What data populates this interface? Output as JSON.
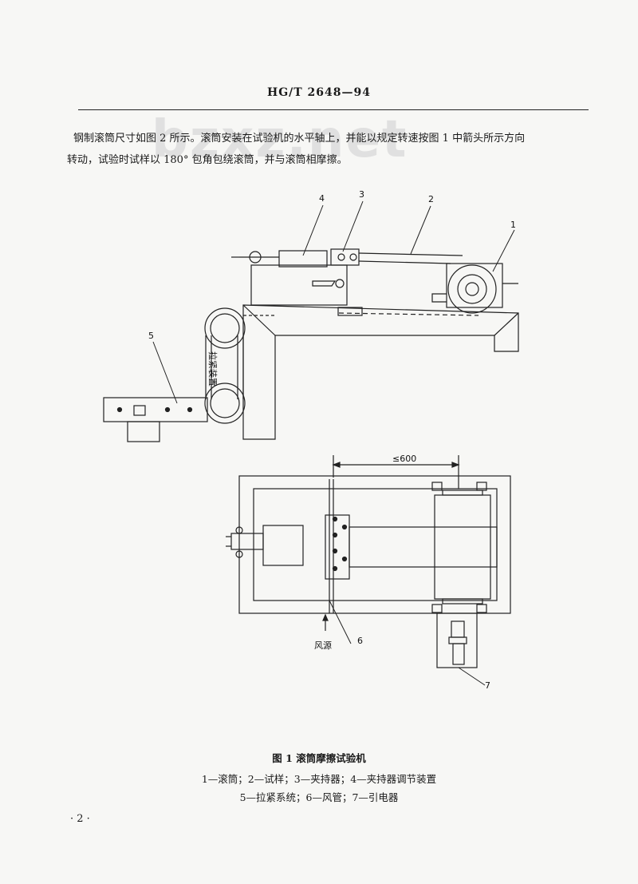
{
  "watermark": "bzxz.net",
  "header": {
    "title": "HG/T  2648—94"
  },
  "body": {
    "line1": "钢制滚筒尺寸如图 2 所示。滚筒安装在试验机的水平轴上，并能以规定转速按图 1 中箭头所示方向",
    "line2": "转动，试验时试样以 180° 包角包绕滚筒，并与滚筒相摩擦。"
  },
  "figure": {
    "callouts": {
      "n1": "1",
      "n2": "2",
      "n3": "3",
      "n4": "4",
      "n5": "5",
      "n6": "6",
      "n7": "7"
    },
    "dimension": "≤600",
    "air_source": "风源",
    "rotated_text": "拉紧装置"
  },
  "caption": {
    "title": "图 1   滚筒摩擦试验机",
    "legend_line1": "1—滚筒；2—试样；3—夹持器；4—夹持器调节装置",
    "legend_line2": "5—拉紧系统；6—风管；7—引电器"
  },
  "page_number": "· 2 ·"
}
